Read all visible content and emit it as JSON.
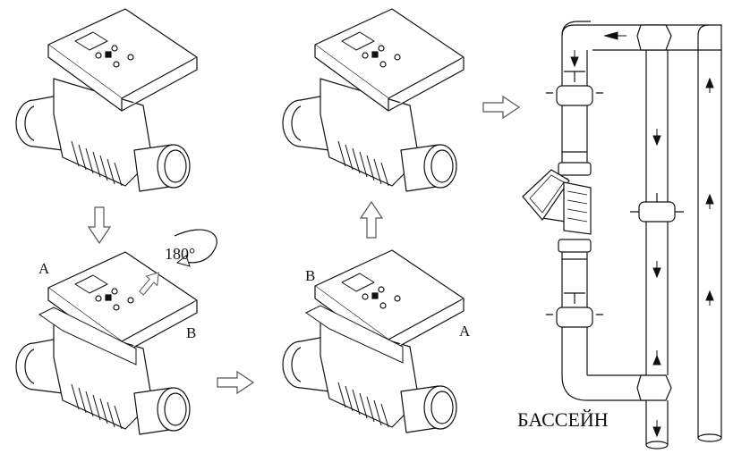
{
  "labels": {
    "step2_top_left": "A",
    "step2_right": "B",
    "rotation": "180°",
    "step3_top_left": "B",
    "step3_right": "A",
    "pool": "БАССЕЙН"
  },
  "icons": [
    "down-arrow-icon",
    "up-arrow-icon",
    "right-arrow-icon",
    "rotate-arrow-icon",
    "flow-arrow-icon",
    "ball-valve-icon"
  ],
  "colors": {
    "line": "#111111",
    "background": "#ffffff"
  }
}
